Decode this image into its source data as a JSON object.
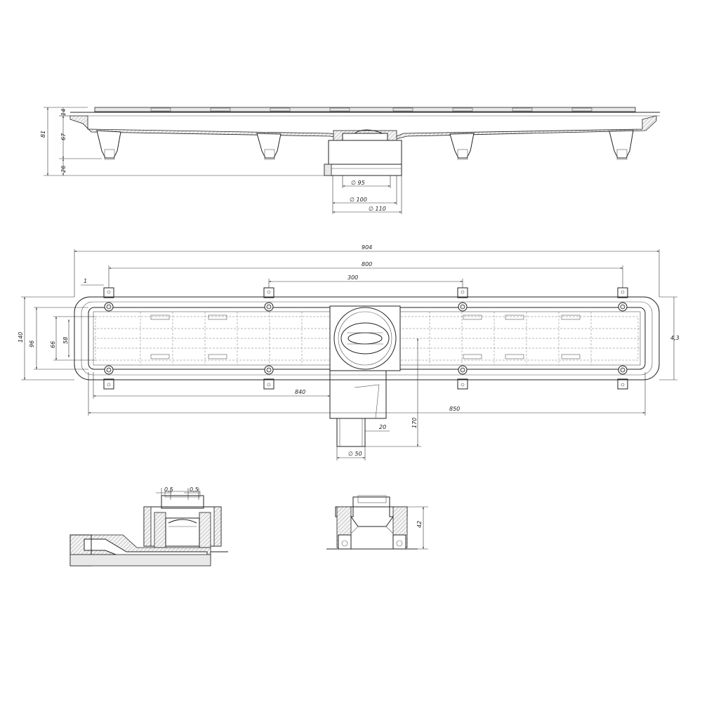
{
  "side_view": {
    "dim_total_height": "81",
    "dim_top_thickness": "14",
    "dim_leg_height": "67",
    "dim_foot": "26",
    "dim_outlet_95": "∅ 95",
    "dim_outlet_100": "∅ 100",
    "dim_outlet_110": "∅ 110"
  },
  "top_view": {
    "dim_total_length": "904",
    "dim_bracket_span": "800",
    "dim_inner_span": "300",
    "dim_offset": "1",
    "dim_height_140": "140",
    "dim_height_96": "96",
    "dim_height_66": "66",
    "dim_height_58": "58",
    "dim_length_840": "840",
    "dim_length_850": "850",
    "dim_outlet_170": "170",
    "dim_outlet_20": "20",
    "dim_outlet_50": "∅ 50",
    "dim_right_side": "4,3"
  },
  "section_left": {
    "dim_gap_a": "0,5",
    "dim_gap_b": "0,5"
  },
  "section_right": {
    "dim_depth": "42"
  }
}
